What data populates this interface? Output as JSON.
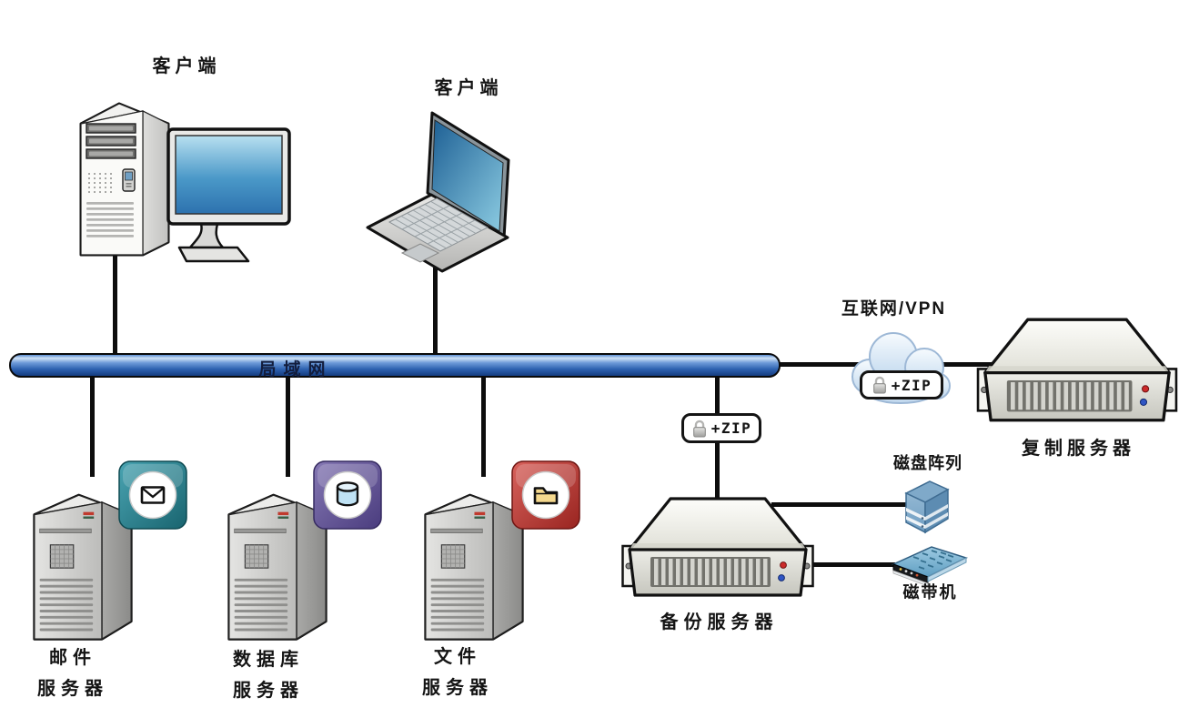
{
  "nodes": {
    "client_desktop": {
      "label": "客户端",
      "type": "desktop-computer"
    },
    "client_laptop": {
      "label": "客户端",
      "type": "laptop"
    },
    "lan_bus": {
      "label": "局域网"
    },
    "internet_link": {
      "label": "互联网/VPN",
      "type": "cloud"
    },
    "mail_server": {
      "label_line1": "邮件",
      "label_line2": "服务器",
      "badge_icon": "envelope",
      "badge_color": "#2f8d9b"
    },
    "database_server": {
      "label_line1": "数据库",
      "label_line2": "服务器",
      "badge_icon": "database-cylinder",
      "badge_color": "#65589e"
    },
    "file_server": {
      "label_line1": "文件",
      "label_line2": "服务器",
      "badge_icon": "folder",
      "badge_color": "#c13a33"
    },
    "backup_server": {
      "label": "备份服务器"
    },
    "replication_server": {
      "label": "复制服务器"
    },
    "disk_array": {
      "label": "磁盘阵列"
    },
    "tape_drive": {
      "label": "磁带机"
    }
  },
  "encryption_badges": {
    "backup_link": {
      "label": "+ZIP",
      "icon": "padlock"
    },
    "wan_link": {
      "label": "+ZIP",
      "icon": "padlock"
    }
  },
  "colors": {
    "line": "#0d0d0d",
    "lan_highlight": "#cfe2f6",
    "lan_mid": "#2e62b0",
    "lan_dark": "#143c80",
    "lan_text": "#121d3d",
    "teal_badge": "#2f8d9b",
    "purple_badge": "#65589e",
    "red_badge": "#c13a33",
    "led_red": "#cc2a2a",
    "led_blue": "#2f55c4",
    "monitor_screen_top": "#b8e0f0",
    "monitor_screen_bottom": "#2d72ae",
    "cloud_fill": "#dcebf8",
    "disk_array_blue": "#7fa9c9",
    "tape_drive_blue": "#8fc0da"
  }
}
